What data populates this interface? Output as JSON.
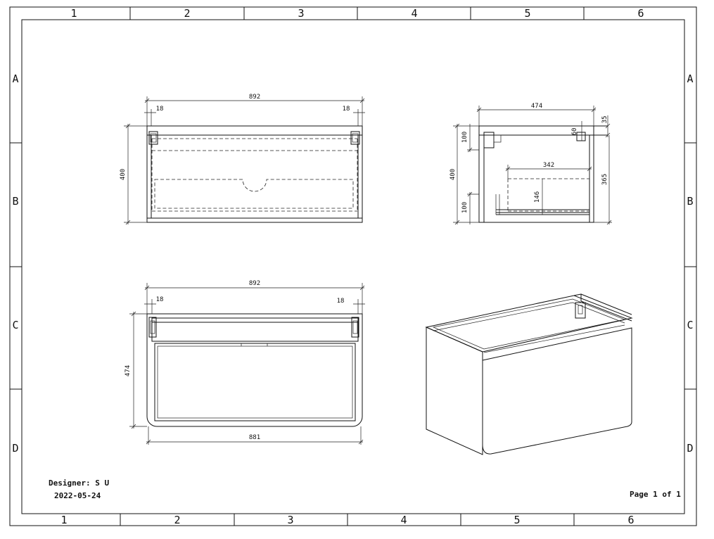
{
  "border": {
    "columns": [
      "1",
      "2",
      "3",
      "4",
      "5",
      "6"
    ],
    "rows": [
      "A",
      "B",
      "C",
      "D"
    ]
  },
  "views": {
    "front": {
      "overall_width": "892",
      "panel_left": "18",
      "panel_right": "18",
      "height": "400"
    },
    "side": {
      "depth": "474",
      "top_offset": "35",
      "rail_height_top": "100",
      "rail_height_bottom": "100",
      "height": "400",
      "hinge_offset": "60",
      "drawer_depth": "342",
      "drawer_height": "146",
      "back_height": "365"
    },
    "plan": {
      "overall_width": "892",
      "panel_left": "18",
      "panel_right": "18",
      "depth": "474",
      "front_width": "881"
    }
  },
  "title_block": {
    "designer": "Designer: S U",
    "date": "2022-05-24",
    "page": "Page 1 of 1"
  },
  "colors": {
    "line": "#111111",
    "background": "#ffffff"
  }
}
